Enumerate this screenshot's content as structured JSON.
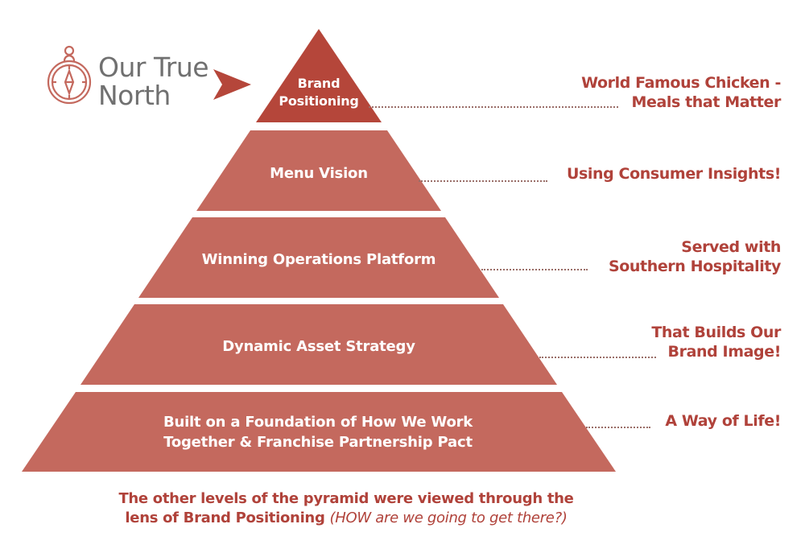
{
  "header": {
    "title_line1": "Our True",
    "title_line2": "North",
    "icon": "compass-icon",
    "pointer_icon": "arrow-right-icon"
  },
  "colors": {
    "apex": "#b5463a",
    "layers": "#c4695e",
    "accent_text": "#b0423a",
    "title_gray": "#707070",
    "icon_stroke": "#c4695e"
  },
  "pyramid": {
    "levels": [
      {
        "label_line1": "Brand",
        "label_line2": "Positioning",
        "annotation_line1": "World Famous Chicken -",
        "annotation_line2": "Meals that Matter"
      },
      {
        "label_line1": "Menu Vision",
        "label_line2": "",
        "annotation_line1": "Using Consumer Insights!",
        "annotation_line2": ""
      },
      {
        "label_line1": "Winning Operations Platform",
        "label_line2": "",
        "annotation_line1": "Served with",
        "annotation_line2": "Southern Hospitality"
      },
      {
        "label_line1": "Dynamic Asset Strategy",
        "label_line2": "",
        "annotation_line1": "That Builds Our",
        "annotation_line2": "Brand Image!"
      },
      {
        "label_line1": "Built on a Foundation of How We Work",
        "label_line2": "Together & Franchise Partnership Pact",
        "annotation_line1": "A Way of Life!",
        "annotation_line2": ""
      }
    ]
  },
  "footer": {
    "line1": "The other levels of the pyramid were viewed through the",
    "line2_bold": "lens of Brand Positioning ",
    "line2_italic": "(HOW are we going to get there?)"
  }
}
